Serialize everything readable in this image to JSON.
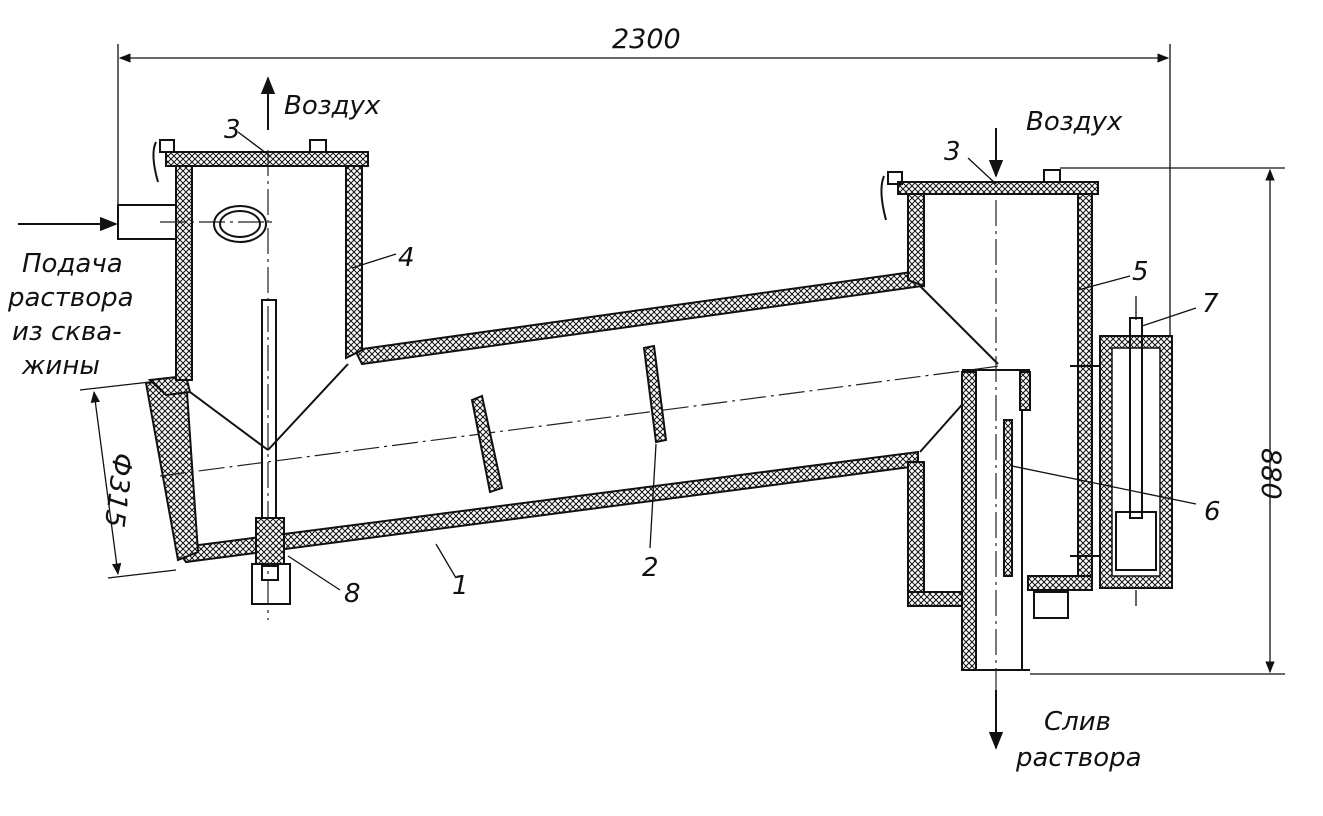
{
  "labels": {
    "dim_width": "2300",
    "dim_height": "880",
    "dim_diameter": "Ф315",
    "air_left": "Воздух",
    "air_right": "Воздух",
    "feed_line1": "Подача",
    "feed_line2": "раствора",
    "feed_line3": "из сква-",
    "feed_line4": "жины",
    "drain_line1": "Слив",
    "drain_line2": "раствора"
  },
  "callouts": {
    "c1": "1",
    "c2": "2",
    "c3_left": "3",
    "c3_right": "3",
    "c4": "4",
    "c5": "5",
    "c6": "6",
    "c7": "7",
    "c8": "8"
  }
}
